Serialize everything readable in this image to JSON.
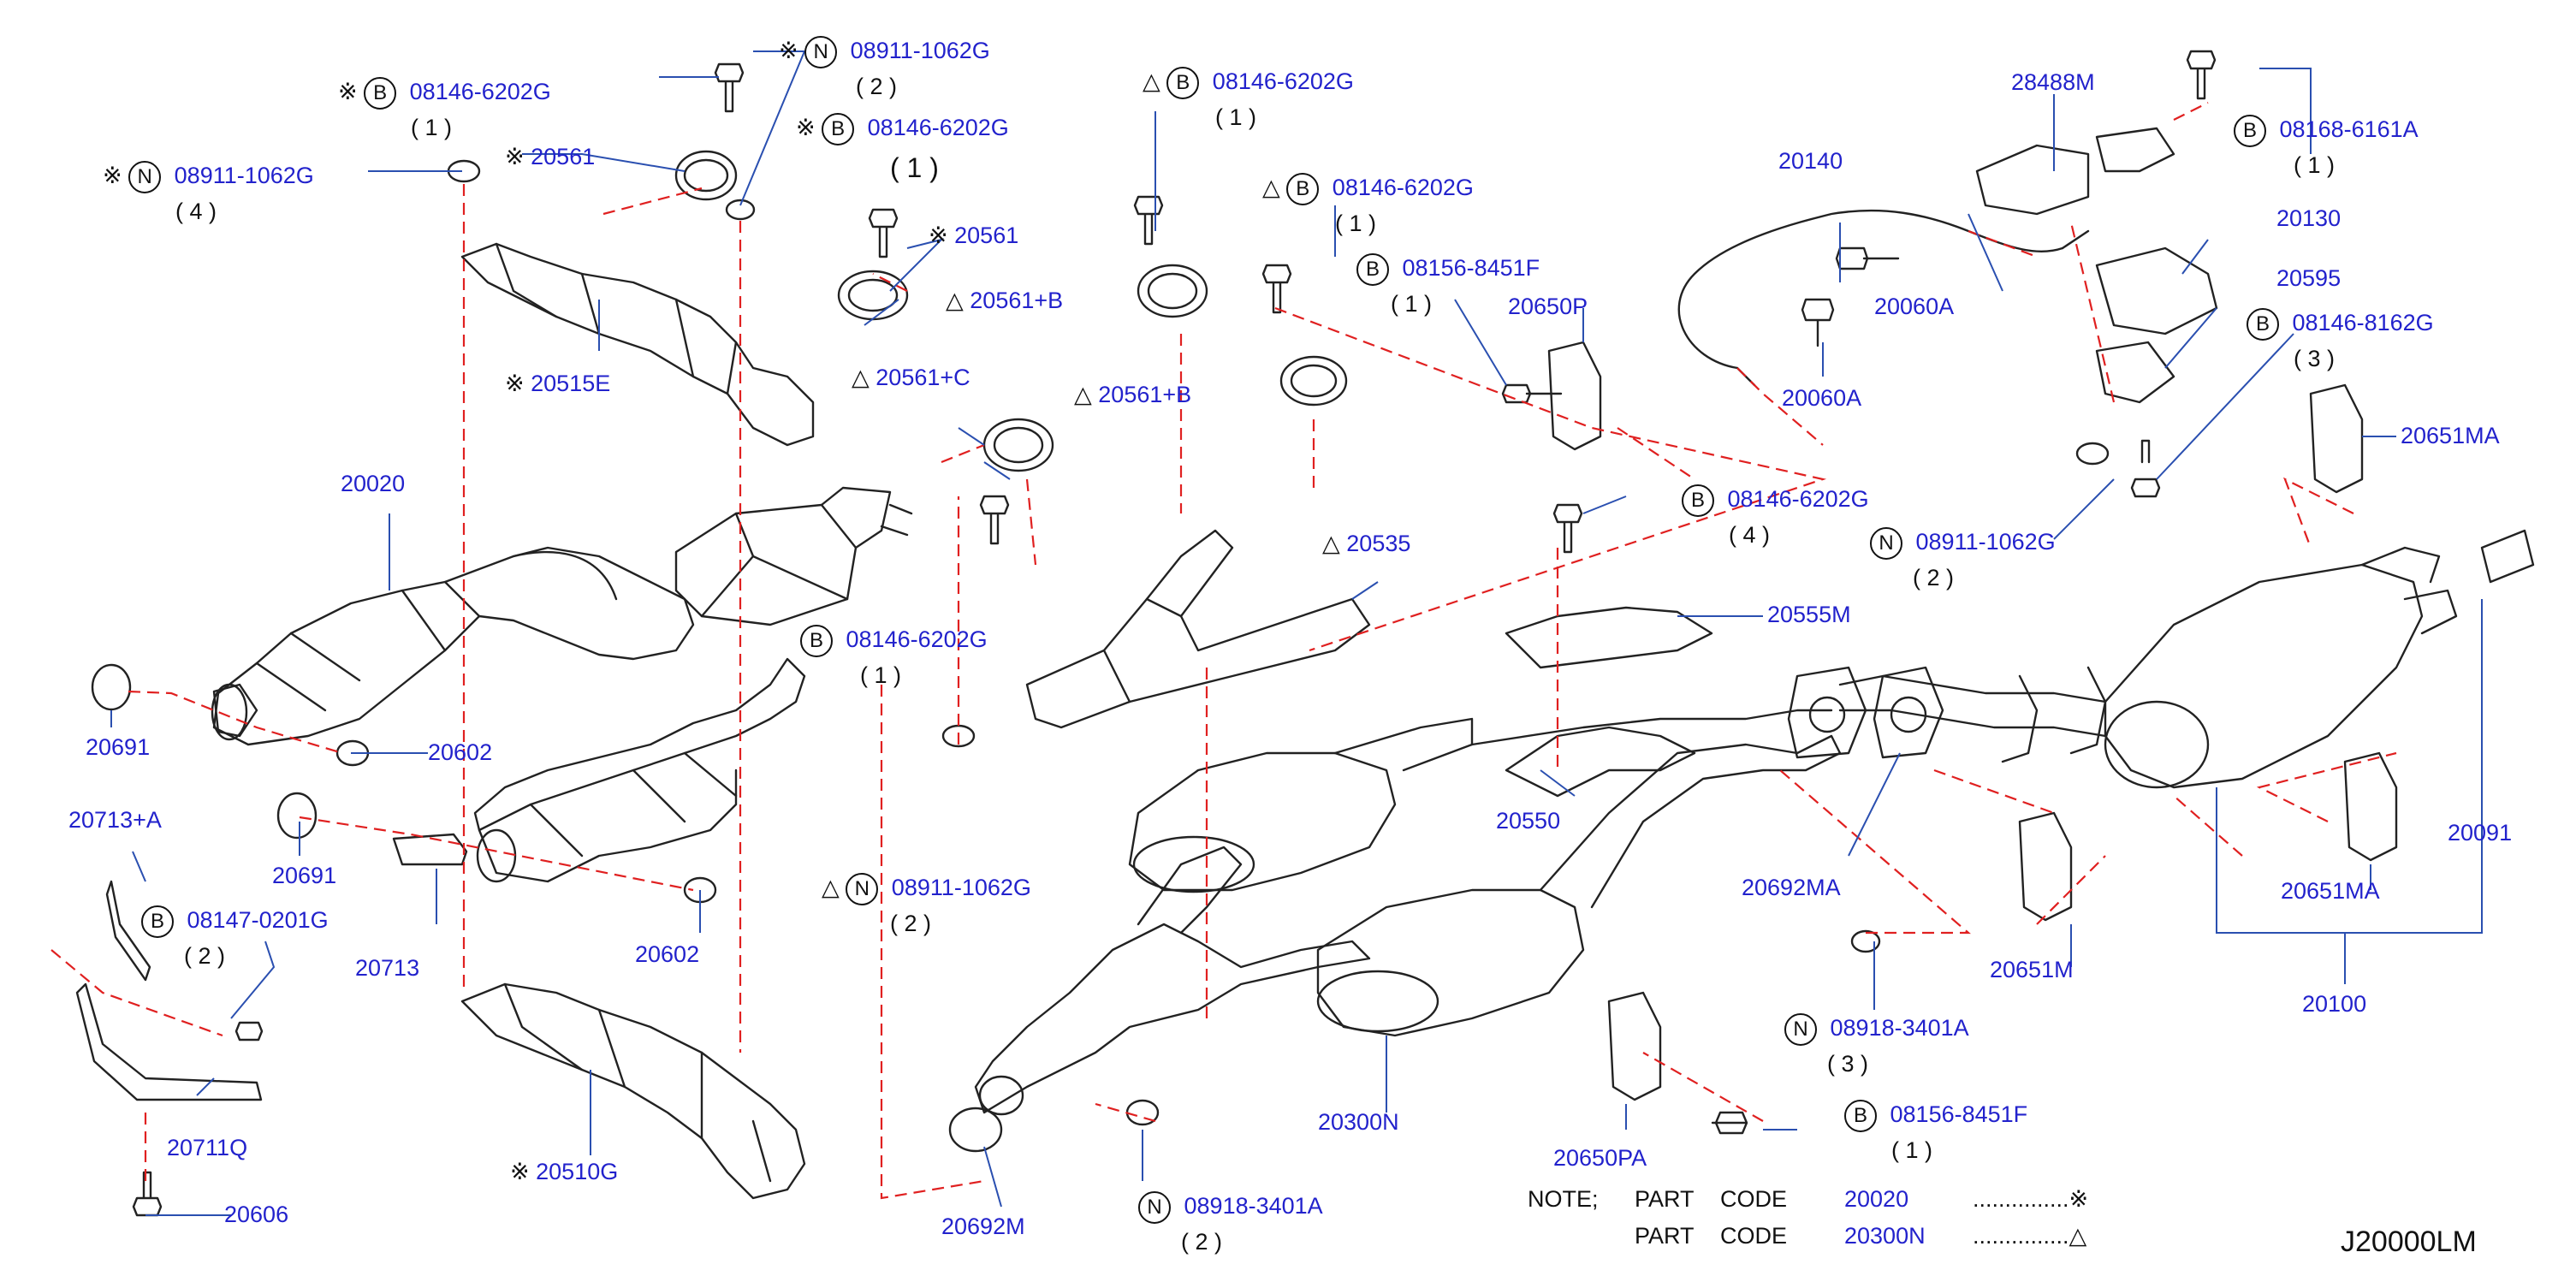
{
  "diagram": {
    "code": "J20000LM",
    "colors": {
      "part_number": "#2222cc",
      "leader": "#2a4fb0",
      "dashed": "#e02020",
      "drawing": "#222222"
    },
    "labels": [
      {
        "id": "l1",
        "marker": "※",
        "circle": "N",
        "pn": "08911-1062G",
        "qty": "( 2 )"
      },
      {
        "id": "l2",
        "marker": "※",
        "circle": "B",
        "pn": "08146-6202G",
        "qty": "( 1 )"
      },
      {
        "id": "l3",
        "marker": "※",
        "circle": "B",
        "pn": "08146-6202G",
        "qty": "( 1 )"
      },
      {
        "id": "l4",
        "marker": "※",
        "circle": "N",
        "pn": "08911-1062G",
        "qty": "( 4 )"
      },
      {
        "id": "l5",
        "marker": "※",
        "pn": "20561"
      },
      {
        "id": "l6",
        "marker": "※",
        "pn": "20561"
      },
      {
        "id": "l7",
        "marker": "△",
        "pn": "20561+B"
      },
      {
        "id": "l8",
        "marker": "※",
        "pn": "20515E"
      },
      {
        "id": "l9",
        "marker": "△",
        "pn": "20561+C"
      },
      {
        "id": "l10",
        "pn": "20020"
      },
      {
        "id": "l11",
        "pn": "20691"
      },
      {
        "id": "l12",
        "pn": "20602"
      },
      {
        "id": "l13",
        "pn": "20713+A"
      },
      {
        "id": "l14",
        "circle": "B",
        "pn": "08147-0201G",
        "qty": "( 2 )"
      },
      {
        "id": "l15",
        "pn": "20691"
      },
      {
        "id": "l16",
        "pn": "20713"
      },
      {
        "id": "l17",
        "pn": "20602"
      },
      {
        "id": "l18",
        "pn": "20711Q"
      },
      {
        "id": "l19",
        "pn": "20606"
      },
      {
        "id": "l20",
        "marker": "※",
        "pn": "20510G"
      },
      {
        "id": "l21",
        "marker": "△",
        "circle": "B",
        "pn": "08146-6202G",
        "qty": "( 1 )"
      },
      {
        "id": "l22",
        "marker": "△",
        "circle": "B",
        "pn": "08146-6202G",
        "qty": "( 1 )"
      },
      {
        "id": "l23",
        "marker": "△",
        "pn": "20561+B"
      },
      {
        "id": "l24",
        "circle": "B",
        "pn": "08156-8451F",
        "qty": "( 1 )"
      },
      {
        "id": "l25",
        "pn": "20650P"
      },
      {
        "id": "l26",
        "marker": "△",
        "pn": "20535"
      },
      {
        "id": "l27",
        "circle": "B",
        "pn": "08146-6202G",
        "qty": "( 1 )"
      },
      {
        "id": "l28",
        "marker": "△",
        "circle": "N",
        "pn": "08911-1062G",
        "qty": "( 2 )"
      },
      {
        "id": "l29",
        "pn": "20140"
      },
      {
        "id": "l30",
        "pn": "20060A"
      },
      {
        "id": "l31",
        "pn": "20060A"
      },
      {
        "id": "l32",
        "pn": "28488M"
      },
      {
        "id": "l33",
        "circle": "B",
        "pn": "08168-6161A",
        "qty": "( 1 )"
      },
      {
        "id": "l34",
        "pn": "20130"
      },
      {
        "id": "l35",
        "pn": "20595"
      },
      {
        "id": "l36",
        "circle": "B",
        "pn": "08146-8162G",
        "qty": "( 3 )"
      },
      {
        "id": "l37",
        "pn": "20651MA"
      },
      {
        "id": "l38",
        "circle": "B",
        "pn": "08146-6202G",
        "qty": "( 4 )"
      },
      {
        "id": "l39",
        "circle": "N",
        "pn": "08911-1062G",
        "qty": "( 2 )"
      },
      {
        "id": "l40",
        "pn": "20555M"
      },
      {
        "id": "l41",
        "pn": "20550"
      },
      {
        "id": "l42",
        "pn": "20692MA"
      },
      {
        "id": "l43",
        "pn": "20091"
      },
      {
        "id": "l44",
        "pn": "20651MA"
      },
      {
        "id": "l45",
        "pn": "20651M"
      },
      {
        "id": "l46",
        "pn": "20100"
      },
      {
        "id": "l47",
        "circle": "N",
        "pn": "08918-3401A",
        "qty": "( 3 )"
      },
      {
        "id": "l48",
        "pn": "20300N"
      },
      {
        "id": "l49",
        "pn": "20650PA"
      },
      {
        "id": "l50",
        "circle": "B",
        "pn": "08156-8451F",
        "qty": "( 1 )"
      },
      {
        "id": "l51",
        "pn": "20692M"
      },
      {
        "id": "l52",
        "circle": "N",
        "pn": "08918-3401A",
        "qty": "( 2 )"
      }
    ],
    "note": {
      "heading": "NOTE;",
      "rows": [
        {
          "part": "PART",
          "code": "CODE",
          "value": "20020",
          "dots": "...............",
          "marker": "※"
        },
        {
          "part": "PART",
          "code": "CODE",
          "value": "20300N",
          "dots": "...............",
          "marker": "△"
        }
      ]
    }
  }
}
